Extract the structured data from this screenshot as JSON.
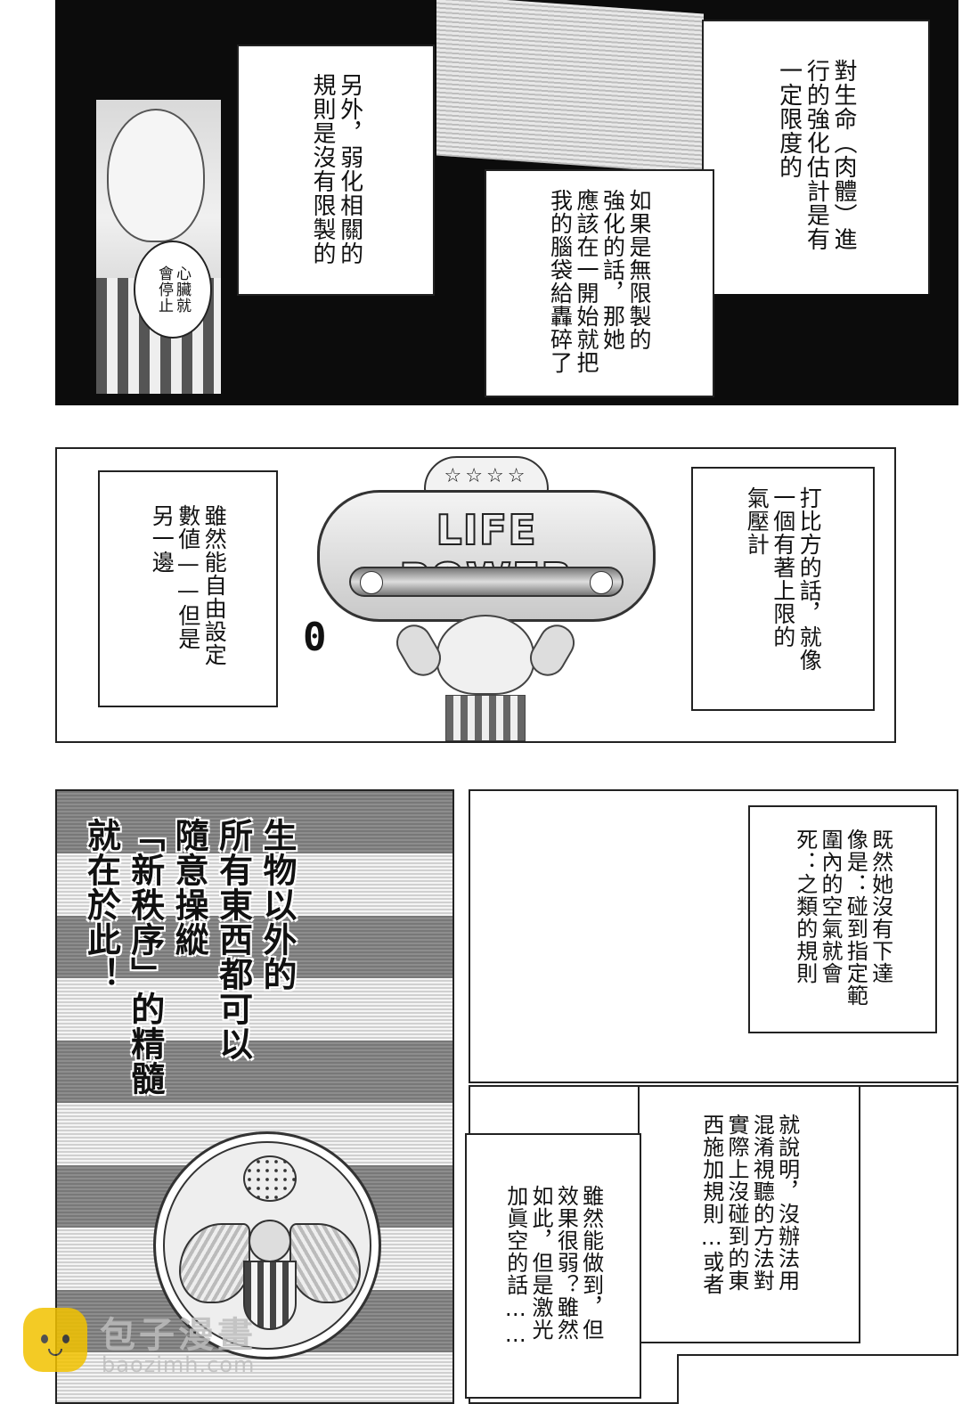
{
  "panel1": {
    "caption_a": "對生命（肉體）進\n行的強化估計是有\n一定限度的",
    "caption_b": "如果是無限製的\n強化的話，那她\n應該在一開始就把\n我的腦袋給轟碎了",
    "caption_c": "另外，弱化相關的\n規則是沒有限製的",
    "bubble": "心臟就\n會停止"
  },
  "panel2": {
    "caption_left": "雖然能自由設定\n數値——但是\n另一邊",
    "caption_right": "打比方的話，就像\n一個有著上限的\n氣壓計",
    "sign_text": "LIFE POWER",
    "stars": "☆☆☆☆",
    "digit": "0"
  },
  "panel3": {
    "narration": "生物以外的\n所有東西都可以\n隨意操縱\n「新秩序」的精髓\n就在於此！"
  },
  "panel4": {
    "caption": "既然她沒有下達\n像是：碰到指定範\n圍內的空氣就會\n死：之類的規則"
  },
  "panel5": {
    "caption_a": "就說明，沒辦法用\n混淆視聽的方法對\n實際上沒碰到的東\n西施加規則…或者",
    "caption_b": "雖然能做到，但\n效果很弱？雖然\n如此，但是激光\n加眞空的話……"
  },
  "watermark": {
    "name": "包子漫畫",
    "url": "baozimh.com"
  }
}
